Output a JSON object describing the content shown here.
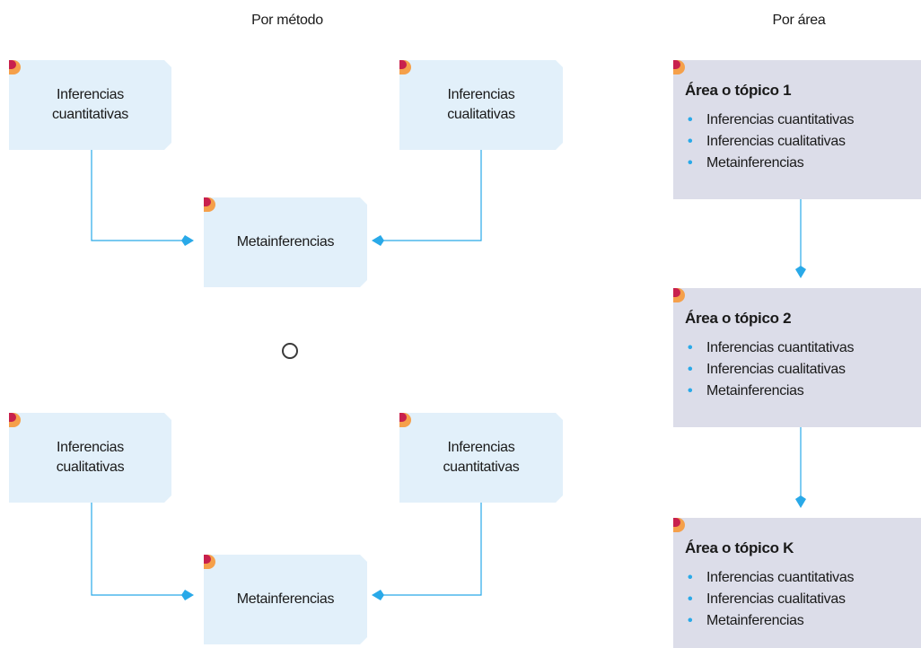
{
  "headers": {
    "left": "Por método",
    "right": "Por área"
  },
  "method_diagram_1": {
    "top_left": "Inferencias\ncuantitativas",
    "top_right": "Inferencias\ncualitativas",
    "center": "Metainferencias"
  },
  "or_symbol": "",
  "method_diagram_2": {
    "top_left": "Inferencias\ncualitativas",
    "top_right": "Inferencias\ncuantitativas",
    "center": "Metainferencias"
  },
  "areas": [
    {
      "title": "Área o tópico 1",
      "items": [
        "Inferencias cuantitativas",
        "Inferencias cualitativas",
        "Metainferencias"
      ]
    },
    {
      "title": "Área o tópico 2",
      "items": [
        "Inferencias cuantitativas",
        "Inferencias cualitativas",
        "Metainferencias"
      ]
    },
    {
      "title": "Área o tópico K",
      "items": [
        "Inferencias cuantitativas",
        "Inferencias cualitativas",
        "Metainferencias"
      ]
    }
  ],
  "bullet_char": "•",
  "colors": {
    "box_fill": "#e2f0fa",
    "area_fill": "#dcdde9",
    "connector": "#29a9e8",
    "corner_orange": "#f5a04a",
    "corner_red": "#c8204d"
  }
}
